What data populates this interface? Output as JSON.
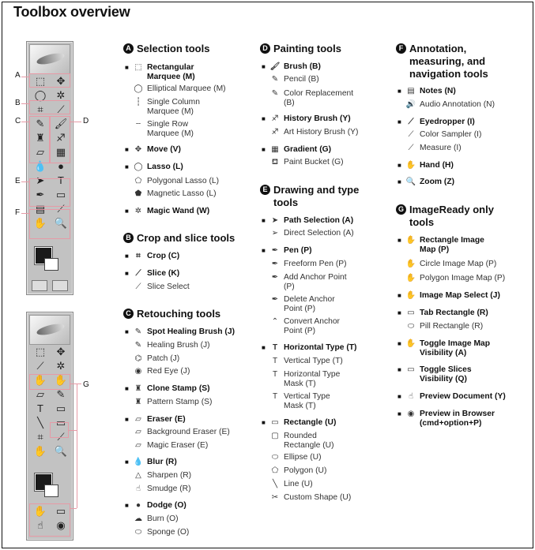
{
  "title": "Toolbox overview",
  "labels": {
    "A": "A",
    "B": "B",
    "C": "C",
    "D": "D",
    "E": "E",
    "F": "F",
    "G": "G"
  },
  "sections": {
    "A": {
      "badge": "A",
      "title": "Selection tools",
      "items": [
        {
          "t": "Rectangular Marquee",
          "k": "(M)"
        },
        {
          "t": "Elliptical Marquee",
          "k": "(M)"
        },
        {
          "t": "Single Column Marquee",
          "k": "(M)"
        },
        {
          "t": "Single Row Marquee",
          "k": "(M)"
        },
        {
          "t": "Move",
          "k": "(V)"
        },
        {
          "t": "Lasso",
          "k": "(L)"
        },
        {
          "t": "Polygonal Lasso",
          "k": "(L)"
        },
        {
          "t": "Magnetic Lasso",
          "k": "(L)"
        },
        {
          "t": "Magic Wand",
          "k": "(W)"
        }
      ]
    },
    "B": {
      "badge": "B",
      "title": "Crop and slice tools",
      "items": [
        {
          "t": "Crop",
          "k": "(C)"
        },
        {
          "t": "Slice",
          "k": "(K)"
        },
        {
          "t": "Slice Select",
          "k": ""
        }
      ]
    },
    "C": {
      "badge": "C",
      "title": "Retouching tools",
      "items": [
        {
          "t": "Spot Healing Brush",
          "k": "(J)"
        },
        {
          "t": "Healing Brush",
          "k": "(J)"
        },
        {
          "t": "Patch",
          "k": "(J)"
        },
        {
          "t": "Red Eye",
          "k": "(J)"
        },
        {
          "t": "Clone Stamp",
          "k": "(S)"
        },
        {
          "t": "Pattern Stamp",
          "k": "(S)"
        },
        {
          "t": "Eraser",
          "k": "(E)"
        },
        {
          "t": "Background Eraser",
          "k": "(E)"
        },
        {
          "t": "Magic Eraser",
          "k": "(E)"
        },
        {
          "t": "Blur",
          "k": "(R)"
        },
        {
          "t": "Sharpen",
          "k": "(R)"
        },
        {
          "t": "Smudge",
          "k": "(R)"
        },
        {
          "t": "Dodge",
          "k": "(O)"
        },
        {
          "t": "Burn",
          "k": "(O)"
        },
        {
          "t": "Sponge",
          "k": "(O)"
        }
      ]
    },
    "D": {
      "badge": "D",
      "title": "Painting tools",
      "items": [
        {
          "t": "Brush",
          "k": "(B)"
        },
        {
          "t": "Pencil",
          "k": "(B)"
        },
        {
          "t": "Color Replacement",
          "k": "(B)"
        },
        {
          "t": "History Brush",
          "k": "(Y)"
        },
        {
          "t": "Art History Brush",
          "k": "(Y)"
        },
        {
          "t": "Gradient",
          "k": "(G)"
        },
        {
          "t": "Paint Bucket",
          "k": "(G)"
        }
      ]
    },
    "E": {
      "badge": "E",
      "title": "Drawing and type tools",
      "items": [
        {
          "t": "Path Selection",
          "k": "(A)"
        },
        {
          "t": "Direct Selection",
          "k": "(A)"
        },
        {
          "t": "Pen",
          "k": "(P)"
        },
        {
          "t": "Freeform Pen",
          "k": "(P)"
        },
        {
          "t": "Add Anchor Point",
          "k": "(P)"
        },
        {
          "t": "Delete Anchor Point",
          "k": "(P)"
        },
        {
          "t": "Convert Anchor Point",
          "k": "(P)"
        },
        {
          "t": "Horizontal Type",
          "k": "(T)"
        },
        {
          "t": "Vertical Type",
          "k": "(T)"
        },
        {
          "t": "Horizontal Type Mask",
          "k": "(T)"
        },
        {
          "t": "Vertical Type Mask",
          "k": "(T)"
        },
        {
          "t": "Rectangle",
          "k": "(U)"
        },
        {
          "t": "Rounded Rectangle",
          "k": "(U)"
        },
        {
          "t": "Ellipse",
          "k": "(U)"
        },
        {
          "t": "Polygon",
          "k": "(U)"
        },
        {
          "t": "Line",
          "k": "(U)"
        },
        {
          "t": "Custom Shape",
          "k": "(U)"
        }
      ]
    },
    "F": {
      "badge": "F",
      "title": "Annotation, measuring, and navigation tools",
      "items": [
        {
          "t": "Notes",
          "k": "(N)"
        },
        {
          "t": "Audio Annotation",
          "k": "(N)"
        },
        {
          "t": "Eyedropper",
          "k": "(I)"
        },
        {
          "t": "Color Sampler",
          "k": "(I)"
        },
        {
          "t": "Measure",
          "k": "(I)"
        },
        {
          "t": "Hand",
          "k": "(H)"
        },
        {
          "t": "Zoom",
          "k": "(Z)"
        }
      ]
    },
    "G": {
      "badge": "G",
      "title": "ImageReady only tools",
      "items": [
        {
          "t": "Rectangle Image Map",
          "k": "(P)"
        },
        {
          "t": "Circle Image Map",
          "k": "(P)"
        },
        {
          "t": "Polygon Image Map",
          "k": "(P)"
        },
        {
          "t": "Image Map Select",
          "k": "(J)"
        },
        {
          "t": "Tab Rectangle",
          "k": "(R)"
        },
        {
          "t": "Pill Rectangle",
          "k": "(R)"
        },
        {
          "t": "Toggle Image Map Visibility",
          "k": "(A)"
        },
        {
          "t": "Toggle Slices Visibility",
          "k": "(Q)"
        },
        {
          "t": "Preview Document",
          "k": "(Y)"
        },
        {
          "t": "Preview in Browser",
          "k": "(cmd+option+P)"
        }
      ]
    }
  }
}
